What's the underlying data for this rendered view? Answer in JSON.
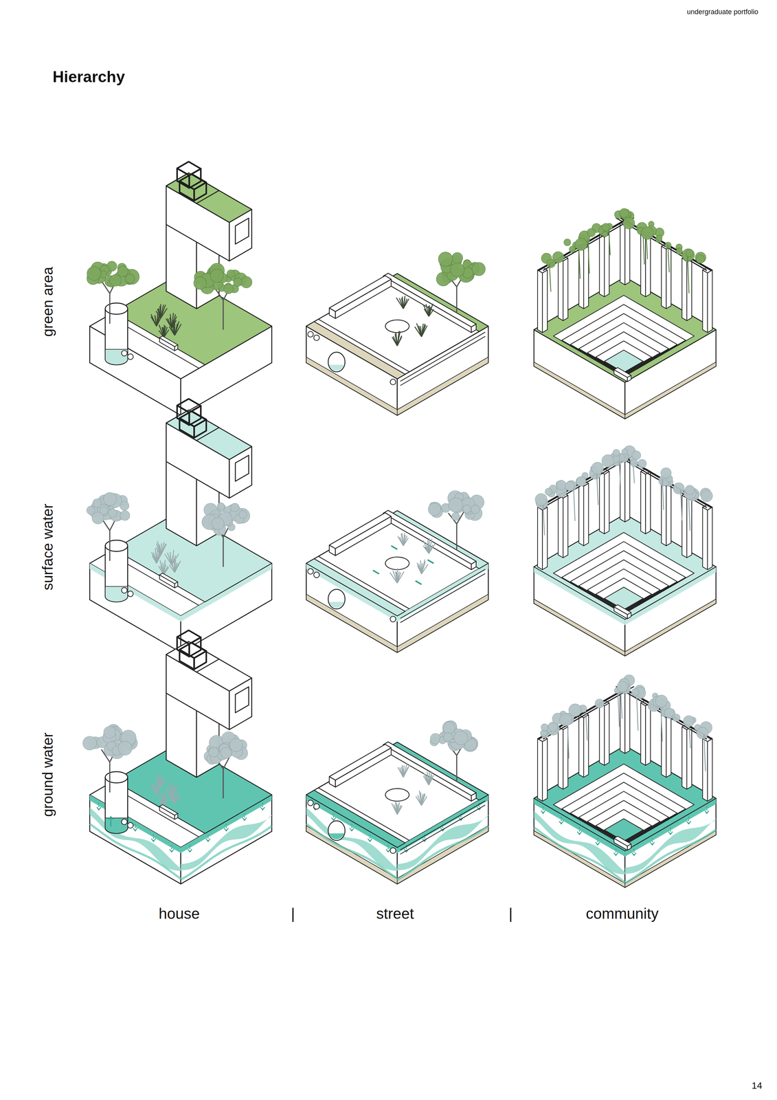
{
  "diagram": {
    "title": "Hierarchy",
    "labels": [
      "undergraduate portfolio",
      "green area",
      "surface water",
      "ground water",
      "house",
      "|",
      "street",
      "|",
      "community",
      "14"
    ]
  }
}
